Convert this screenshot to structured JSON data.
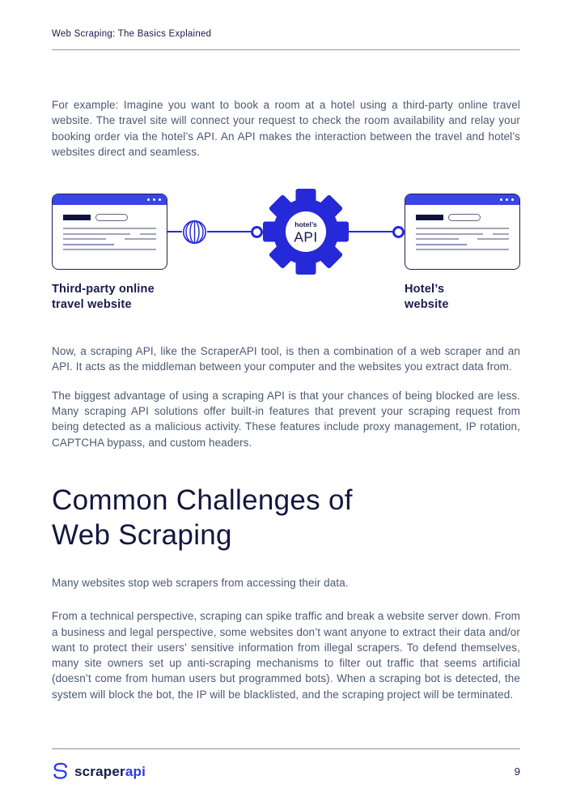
{
  "header": {
    "title": "Web Scraping: The Basics Explained"
  },
  "content": {
    "para1": "For example: Imagine you want to book a room at a hotel using a third-party online travel website. The travel site will connect your request to check the room availability and relay your booking order via the hotel’s API. An API makes the interaction between the travel and hotel’s websites direct and seamless.",
    "para2": "Now, a scraping API, like the ScraperAPI tool, is then a combination of a web scraper and an API. It acts as the middleman between your computer and the websites you extract data from.",
    "para3": "The biggest advantage of using a scraping API is that your chances of being blocked are less. Many scraping API solutions offer built-in features that prevent your scraping request from being detected as a malicious activity. These features include proxy management, IP rotation, CAPTCHA bypass, and custom headers.",
    "heading_line1": "Common Challenges of",
    "heading_line2": "Web Scraping",
    "para4": "Many websites stop web scrapers from accessing their data.",
    "para5": "From a technical perspective, scraping can spike traffic and break a website server down. From a business and legal perspective, some websites don’t want anyone to extract their data and/or want to protect their users’ sensitive information from illegal scrapers. To defend themselves, many site owners set up anti-scraping mechanisms to filter out traffic that seems artificial (doesn’t come from human users but programmed bots). When a scraping bot is detected, the system will block the bot, the IP will be blacklisted, and the scraping project will be terminated."
  },
  "diagram": {
    "gear_label_top": "hotel’s",
    "gear_label_main": "API",
    "left_label_line1": "Third-party online",
    "left_label_line2": "travel website",
    "right_label_line1": "Hotel’s",
    "right_label_line2": "website"
  },
  "footer": {
    "logo_part1": "scraper",
    "logo_part2": "api",
    "page_number": "9"
  },
  "colors": {
    "accent_blue": "#2629d8",
    "titlebar_blue": "#3945e4",
    "navy": "#171a4a",
    "body_text": "#4b5871",
    "line_gray": "#a2a6ba",
    "logo_blue": "#2b3af0"
  }
}
